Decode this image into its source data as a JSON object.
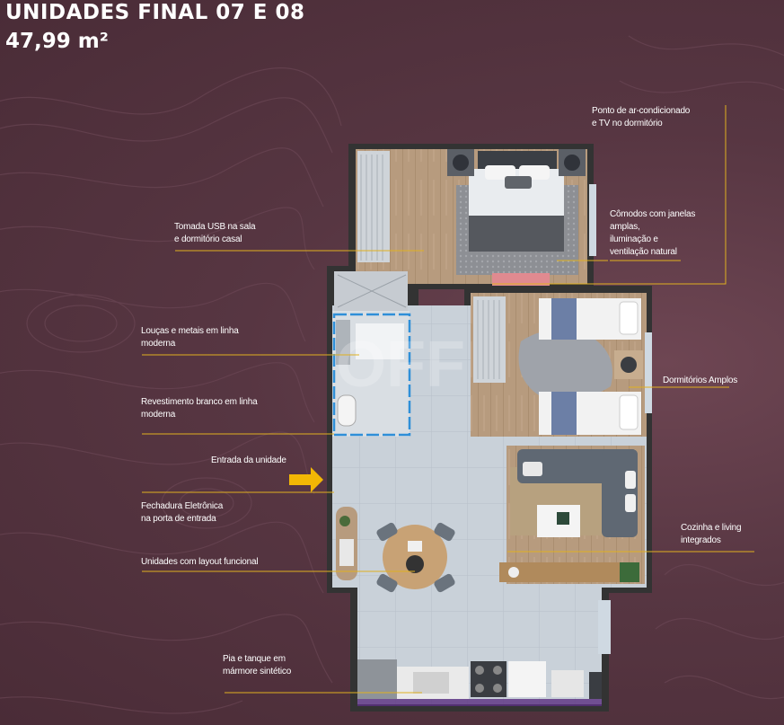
{
  "header": {
    "title": "UNIDADES FINAL 07 E 08",
    "area": "47,99 m²"
  },
  "labels": {
    "ac_tv": "Ponto de ar-condicionado\ne TV no dormitório",
    "usb": "Tomada USB na sala\ne dormitório casal",
    "windows": "Cômodos com janelas\namplas,\niluminação e\nventilação natural",
    "loucas": "Louças e metais em linha\nmoderna",
    "dormitorios": "Dormitórios Amplos",
    "revestimento": "Revestimento branco em linha\nmoderna",
    "entrada": "Entrada da unidade",
    "fechadura": "Fechadura Eletrônica\nna porta de entrada",
    "cozinha": "Cozinha e living\nintegrados",
    "layout": "Unidades com layout funcional",
    "pia": "Pia e tanque em\nmármore sintético"
  },
  "colors": {
    "background": "#573642",
    "accent_line": "#e0b020",
    "arrow": "#f2b705",
    "bathroom_outline": "#2f8fd8"
  }
}
